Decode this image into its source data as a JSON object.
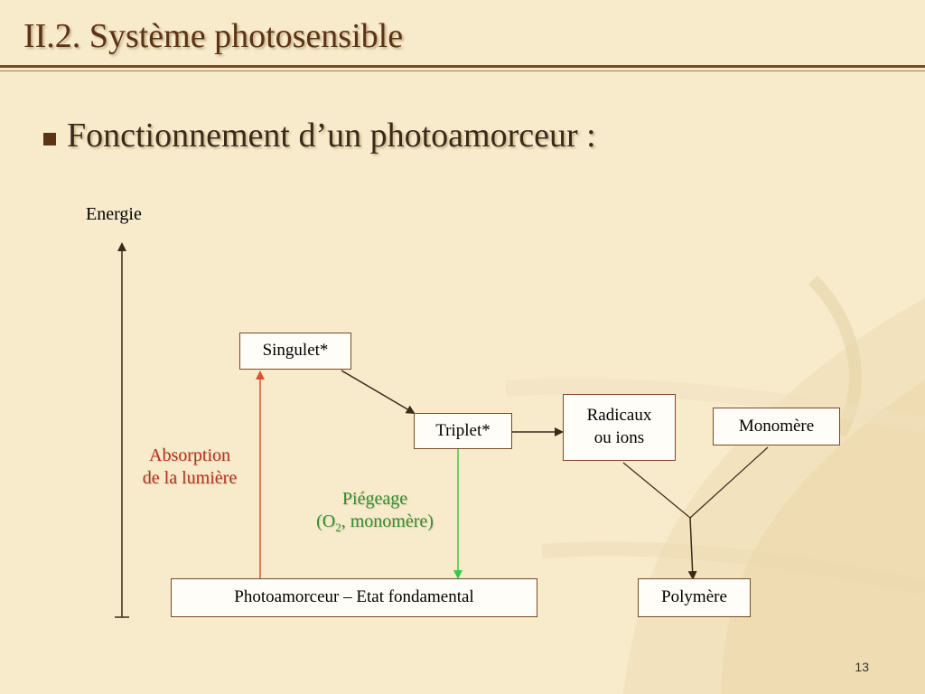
{
  "slide": {
    "title": "II.2. Système photosensible",
    "bullet": "Fonctionnement d’un photoamorceur :",
    "page_number": "13"
  },
  "diagram": {
    "axis_label": "Energie",
    "nodes": {
      "singulet": "Singulet*",
      "triplet": "Triplet*",
      "radicaux_line1": "Radicaux",
      "radicaux_line2": "ou ions",
      "monomere": "Monomère",
      "fondamental": "Photoamorceur – Etat fondamental",
      "polymere": "Polymère"
    },
    "labels": {
      "absorption_line1": "Absorption",
      "absorption_line2": "de la lumière",
      "piegeage_line1": "Piégeage",
      "piegeage_line2_prefix": "(O",
      "piegeage_subscript": "2",
      "piegeage_line2_suffix": ", monomère)"
    },
    "colors": {
      "absorption": "#b5341f",
      "piegeage": "#2f8f2f",
      "absorption_arrow": "#e05030",
      "piegeage_arrow": "#33cc44"
    }
  }
}
